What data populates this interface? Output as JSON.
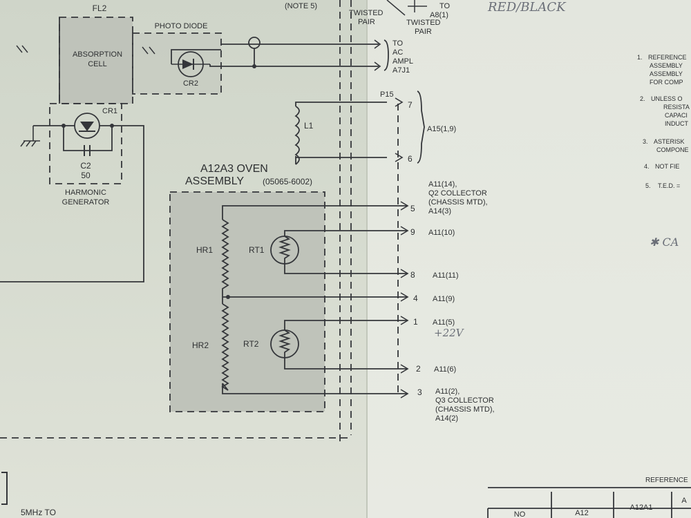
{
  "header": {
    "note": "(NOTE 5)",
    "twisted_pair_1": [
      "TWISTED",
      "PAIR"
    ],
    "twisted_pair_2": [
      "TWISTED",
      "PAIR"
    ],
    "to_a8": [
      "TO",
      "A8(1)"
    ],
    "handwritten": "RED/BLACK"
  },
  "fl2": {
    "label": "FL2",
    "cell": [
      "ABSORPTION",
      "CELL"
    ]
  },
  "photo_diode": {
    "label": "PHOTO DIODE",
    "cr2": "CR2",
    "to_ac_ampl": [
      "TO",
      "AC",
      "AMPL",
      "A7J1"
    ]
  },
  "harmonic_generator": {
    "cr1": "CR1",
    "c2": "C2",
    "c2_value": "50",
    "label": [
      "HARMONIC",
      "GENERATOR"
    ]
  },
  "l1": {
    "label": "L1",
    "connector": "P15",
    "pin_top": "7",
    "pin_bottom": "6",
    "dest": "A15(1,9)"
  },
  "oven": {
    "title": "A12A3 OVEN",
    "subtitle": "ASSEMBLY",
    "part": "(05065-6002)",
    "hr1": "HR1",
    "hr2": "HR2",
    "rt1": "RT1",
    "rt2": "RT2"
  },
  "pins": [
    {
      "pin": "5",
      "dest": [
        "A11(14),",
        "Q2 COLLECTOR",
        "(CHASSIS MTD),",
        "A14(3)"
      ]
    },
    {
      "pin": "9",
      "dest": [
        "A11(10)"
      ]
    },
    {
      "pin": "8",
      "dest": [
        "A11(11)"
      ]
    },
    {
      "pin": "4",
      "dest": [
        "A11(9)"
      ]
    },
    {
      "pin": "1",
      "dest": [
        "A11(5)",
        "+22V"
      ]
    },
    {
      "pin": "2",
      "dest": [
        "A11(6)"
      ]
    },
    {
      "pin": "3",
      "dest": [
        "A11(2),",
        "Q3 COLLECTOR",
        "(CHASSIS MTD),",
        "A14(2)"
      ]
    }
  ],
  "notes": [
    {
      "num": "1.",
      "lines": [
        "REFERENCE",
        "ASSEMBLY",
        "ASSEMBLY",
        "FOR COMP"
      ]
    },
    {
      "num": "2.",
      "lines": [
        "UNLESS O",
        "RESISTA",
        "CAPACI",
        "INDUCT"
      ]
    },
    {
      "num": "3.",
      "lines": [
        "ASTERISK",
        "COMPONE"
      ]
    },
    {
      "num": "4.",
      "lines": [
        "NOT FIE"
      ]
    },
    {
      "num": "5.",
      "lines": [
        "T.E.D. ="
      ]
    }
  ],
  "handwritten_note": "✱ CA",
  "bottom_left_text": "5MHz TO",
  "reference_table": {
    "title": "REFERENCE",
    "columns": [
      "NO",
      "A12",
      "A12A1",
      "A"
    ]
  }
}
